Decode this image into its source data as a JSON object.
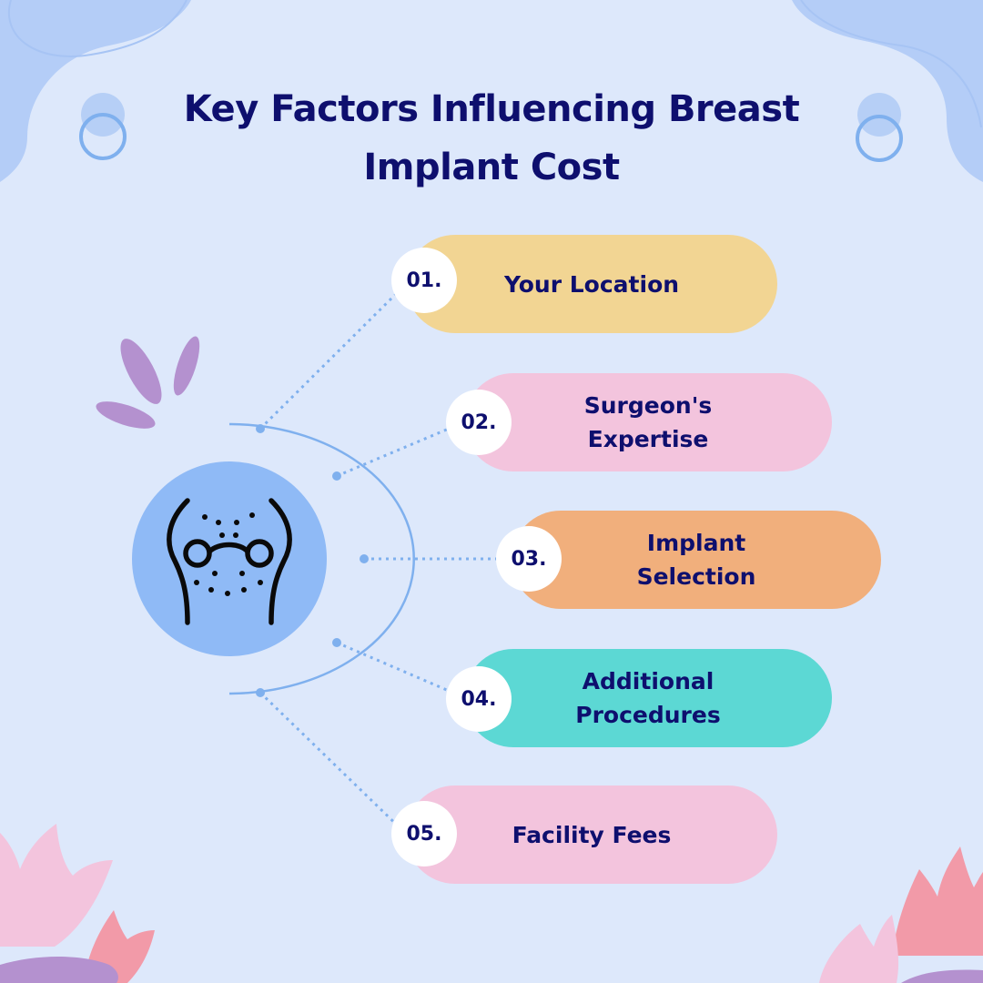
{
  "title": "Key Factors Influencing Breast Implant Cost",
  "icon": "breast-implant-icon",
  "factors": [
    {
      "number": "01.",
      "label": "Your Location",
      "color": "#f2d593"
    },
    {
      "number": "02.",
      "label": "Surgeon's Expertise",
      "color": "#f3c4dd"
    },
    {
      "number": "03.",
      "label": "Implant Selection",
      "color": "#f1af7c"
    },
    {
      "number": "04.",
      "label": "Additional Procedures",
      "color": "#5cd8d4"
    },
    {
      "number": "05.",
      "label": "Facility Fees",
      "color": "#f3c4dd"
    }
  ],
  "colors": {
    "background": "#dde8fb",
    "title": "#0e0f6e",
    "connector": "#7fb0ee",
    "icon_circle": "#8fbaf6"
  }
}
